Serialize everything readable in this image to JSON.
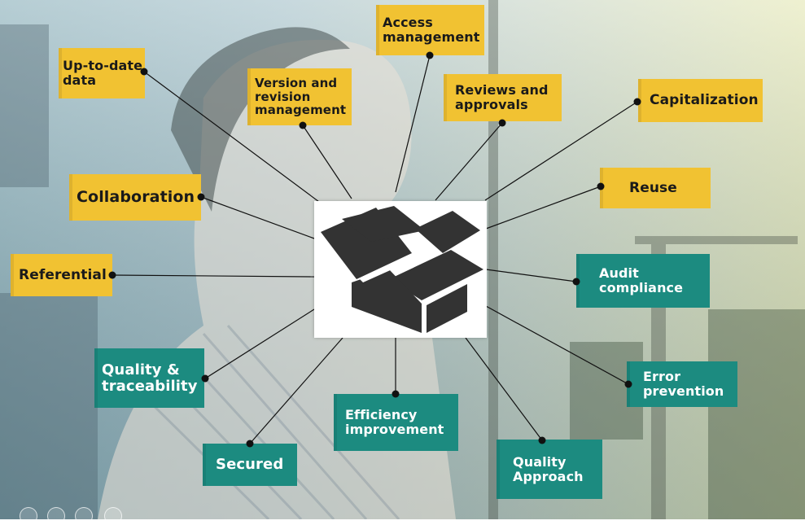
{
  "center": {
    "icon": "open-box-icon"
  },
  "tags": [
    {
      "id": "up-to-date-data",
      "label": "Up-to-date\ndata",
      "style": "yellow"
    },
    {
      "id": "version-revision",
      "label": "Version and\nrevision\nmanagement",
      "style": "yellow"
    },
    {
      "id": "access-management",
      "label": "Access\nmanagement",
      "style": "yellow"
    },
    {
      "id": "reviews-approvals",
      "label": "Reviews and\napprovals",
      "style": "yellow"
    },
    {
      "id": "capitalization",
      "label": "Capitalization",
      "style": "yellow"
    },
    {
      "id": "collaboration",
      "label": "Collaboration",
      "style": "yellow"
    },
    {
      "id": "reuse",
      "label": "Reuse",
      "style": "yellow"
    },
    {
      "id": "referential",
      "label": "Referential",
      "style": "yellow"
    },
    {
      "id": "audit-compliance",
      "label": "Audit\ncompliance",
      "style": "teal"
    },
    {
      "id": "quality-traceability",
      "label": "Quality &\ntraceability",
      "style": "teal"
    },
    {
      "id": "error-prevention",
      "label": "Error\nprevention",
      "style": "teal"
    },
    {
      "id": "efficiency-improvement",
      "label": "Efficiency\nimprovement",
      "style": "teal"
    },
    {
      "id": "secured",
      "label": "Secured",
      "style": "teal"
    },
    {
      "id": "quality-approach",
      "label": "Quality\nApproach",
      "style": "teal"
    }
  ],
  "colors": {
    "yellow": "#f1c232",
    "teal": "#1c8b80",
    "line": "#111111"
  }
}
